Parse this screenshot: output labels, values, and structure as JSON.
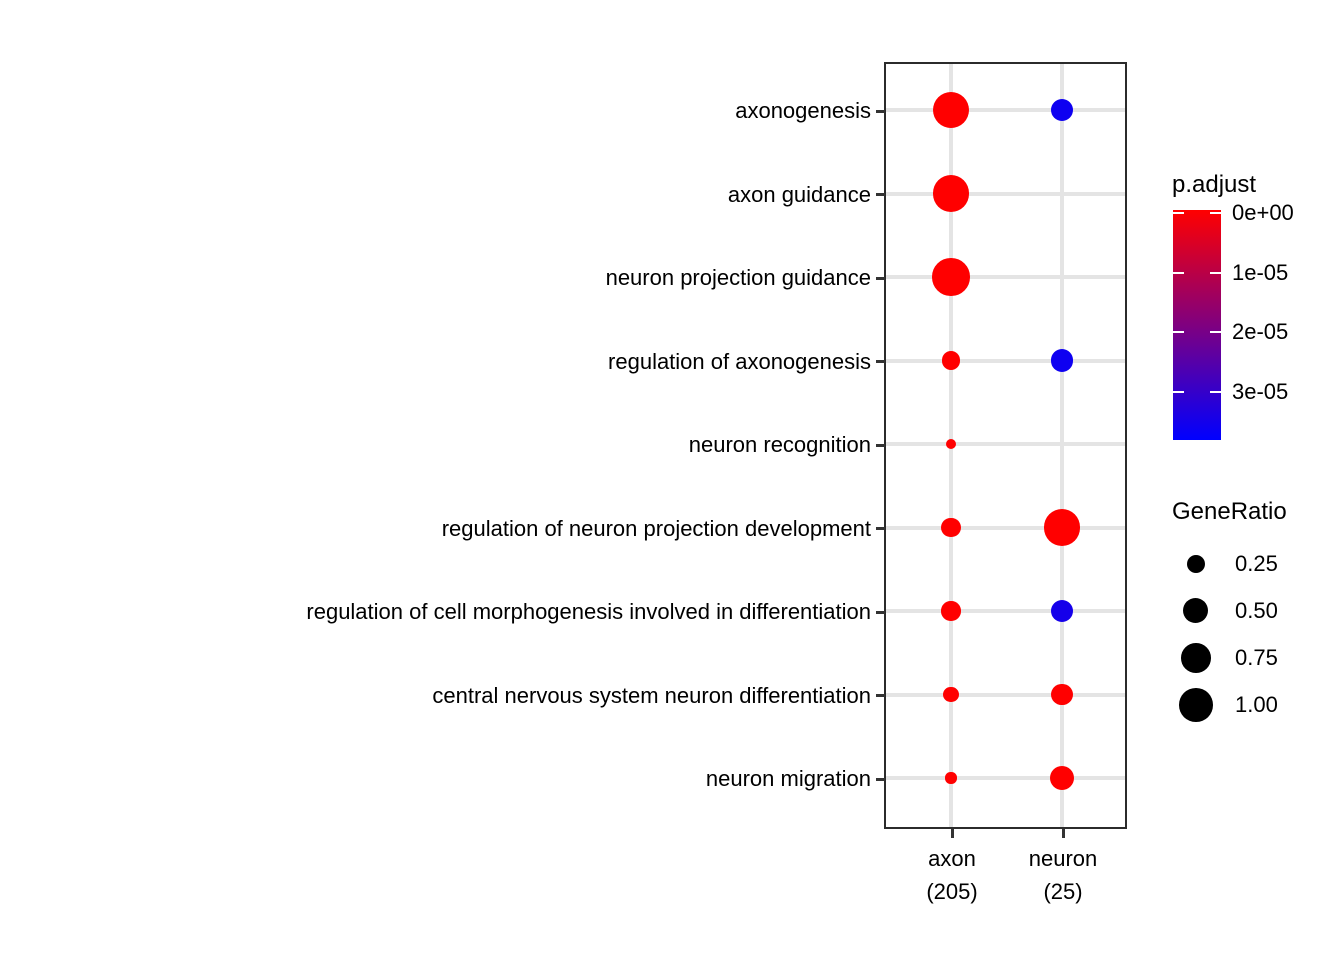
{
  "chart_data": {
    "type": "scatter",
    "subtype": "enrichment-dotplot",
    "title": "",
    "xlabel": "",
    "ylabel": "",
    "grid": true,
    "x_categories": [
      {
        "name": "axon",
        "count": "(205)"
      },
      {
        "name": "neuron",
        "count": "(25)"
      }
    ],
    "y_categories": [
      "axonogenesis",
      "axon guidance",
      "neuron projection guidance",
      "regulation of axonogenesis",
      "neuron recognition",
      "regulation of neuron projection development",
      "regulation of cell morphogenesis involved in differentiation",
      "central nervous system neuron differentiation",
      "neuron migration"
    ],
    "points": [
      {
        "x": "axon",
        "y": "axonogenesis",
        "gene_ratio": 0.95,
        "p_adjust": 1e-09
      },
      {
        "x": "neuron",
        "y": "axonogenesis",
        "gene_ratio": 0.28,
        "p_adjust": 3.5e-05
      },
      {
        "x": "axon",
        "y": "axon guidance",
        "gene_ratio": 0.97,
        "p_adjust": 1e-09
      },
      {
        "x": "axon",
        "y": "neuron projection guidance",
        "gene_ratio": 1.0,
        "p_adjust": 1e-09
      },
      {
        "x": "axon",
        "y": "regulation of axonogenesis",
        "gene_ratio": 0.19,
        "p_adjust": 1e-09
      },
      {
        "x": "neuron",
        "y": "regulation of axonogenesis",
        "gene_ratio": 0.3,
        "p_adjust": 3.5e-05
      },
      {
        "x": "axon",
        "y": "neuron recognition",
        "gene_ratio": 0.03,
        "p_adjust": 1e-09
      },
      {
        "x": "axon",
        "y": "regulation of neuron projection development",
        "gene_ratio": 0.22,
        "p_adjust": 1e-09
      },
      {
        "x": "neuron",
        "y": "regulation of neuron projection development",
        "gene_ratio": 0.95,
        "p_adjust": 1e-09
      },
      {
        "x": "axon",
        "y": "regulation of cell morphogenesis involved in differentiation",
        "gene_ratio": 0.2,
        "p_adjust": 1e-09
      },
      {
        "x": "neuron",
        "y": "regulation of cell morphogenesis involved in differentiation",
        "gene_ratio": 0.28,
        "p_adjust": 3.4e-05
      },
      {
        "x": "axon",
        "y": "central nervous system neuron differentiation",
        "gene_ratio": 0.11,
        "p_adjust": 1e-09
      },
      {
        "x": "neuron",
        "y": "central nervous system neuron differentiation",
        "gene_ratio": 0.28,
        "p_adjust": 1e-09
      },
      {
        "x": "axon",
        "y": "neuron migration",
        "gene_ratio": 0.04,
        "p_adjust": 1e-09
      },
      {
        "x": "neuron",
        "y": "neuron migration",
        "gene_ratio": 0.35,
        "p_adjust": 1e-09
      }
    ],
    "color_legend": {
      "title": "p.adjust",
      "breaks": [
        "0e+00",
        "1e-05",
        "2e-05",
        "3e-05"
      ],
      "break_values": [
        0,
        1e-05,
        2e-05,
        3e-05
      ],
      "high_color": "#FF0000",
      "low_color": "#0000FF",
      "domain": [
        0,
        3.7e-05
      ]
    },
    "size_legend": {
      "title": "GeneRatio",
      "entries": [
        {
          "value": 0.25,
          "label": "0.25"
        },
        {
          "value": 0.5,
          "label": "0.50"
        },
        {
          "value": 0.75,
          "label": "0.75"
        },
        {
          "value": 1.0,
          "label": "1.00"
        }
      ],
      "key_color": "#000000"
    },
    "style": {
      "grid_color": "#e4e4e4",
      "panel_border_color": "#2b2b2b",
      "tick_color": "#333333",
      "text_color": "#000000"
    }
  }
}
